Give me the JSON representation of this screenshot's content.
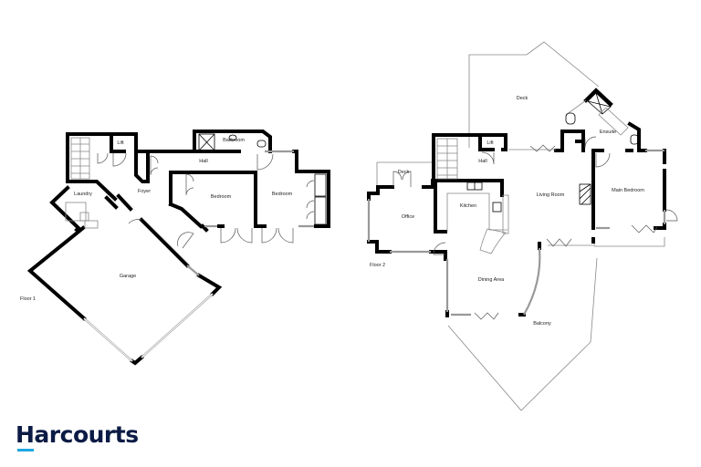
{
  "floor1": {
    "label": "Floor 1",
    "rooms": {
      "lift": "Lift",
      "bathroom": "Bathroom",
      "hall": "Hall",
      "laundry": "Laundry",
      "foyer": "Foyer",
      "bedroom_a": "Bedroom",
      "bedroom_b": "Bedroom",
      "garage": "Garage"
    }
  },
  "floor2": {
    "label": "Floor 2",
    "rooms": {
      "deck_top": "Deck",
      "lift": "Lift",
      "hall": "Hall",
      "ensuite": "Ensuite",
      "deck_small": "Deck",
      "office": "Office",
      "kitchen": "Kitchen",
      "living_room": "Living Room",
      "main_bedroom": "Main Bedroom",
      "dining_area": "Dining Area",
      "balcony": "Balcony"
    }
  },
  "brand": {
    "name": "Harcourts",
    "text_color": "#0b1b45",
    "accent_color": "#1ea6e0"
  }
}
